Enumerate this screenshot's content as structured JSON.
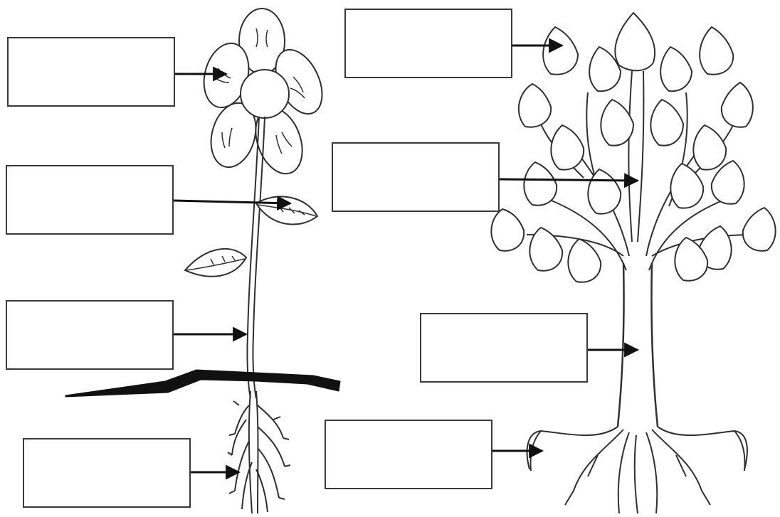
{
  "diagram": {
    "plants": [
      {
        "name": "flower",
        "labels": [
          {
            "id": "flower-label-1",
            "text": ""
          },
          {
            "id": "flower-label-2",
            "text": ""
          },
          {
            "id": "flower-label-3",
            "text": ""
          },
          {
            "id": "flower-label-4",
            "text": ""
          }
        ]
      },
      {
        "name": "tree",
        "labels": [
          {
            "id": "tree-label-1",
            "text": ""
          },
          {
            "id": "tree-label-2",
            "text": ""
          },
          {
            "id": "tree-label-3",
            "text": ""
          },
          {
            "id": "tree-label-4",
            "text": ""
          }
        ]
      }
    ],
    "colors": {
      "line": "#2f2f2f",
      "box_border": "#3a3a3a",
      "ground": "#111111",
      "background": "#ffffff"
    }
  }
}
